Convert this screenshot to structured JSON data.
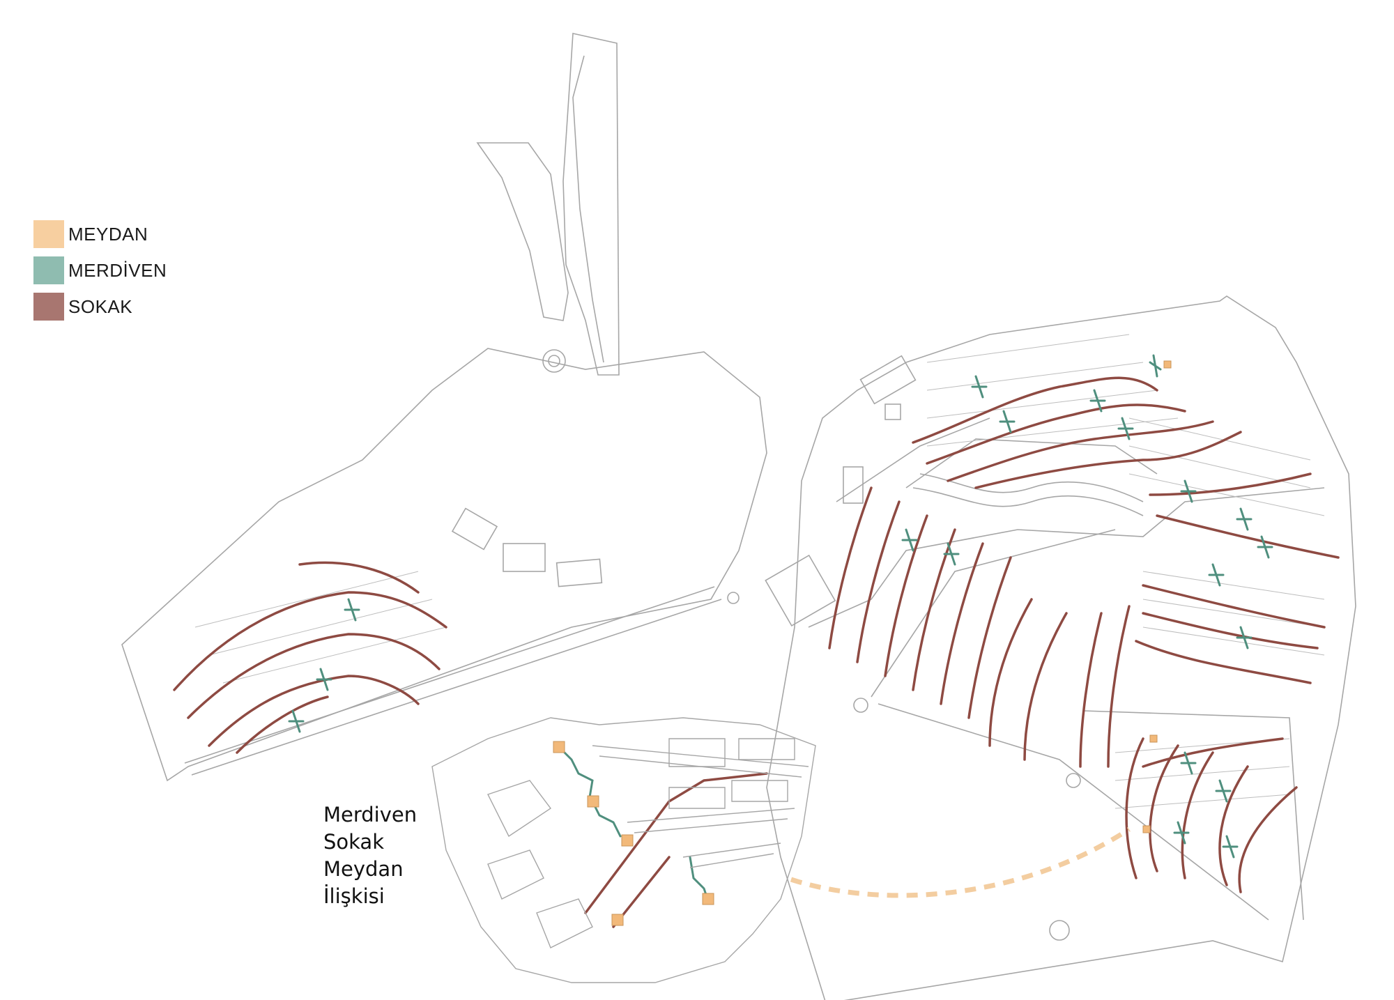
{
  "legend": {
    "items": [
      {
        "label": "MEYDAN",
        "color": "#f7cfa0"
      },
      {
        "label": "MERDİVEN",
        "color": "#8fbcb0"
      },
      {
        "label": "SOKAK",
        "color": "#a87670"
      }
    ]
  },
  "caption": {
    "lines": [
      "Merdiven",
      "Sokak",
      "Meydan",
      "İlişkisi"
    ]
  },
  "colors": {
    "outline": "#9a9a9a",
    "street": "#8e4a42",
    "stair": "#4f8f7e",
    "square": "#f2b97a",
    "connector": "#f3cda0"
  }
}
